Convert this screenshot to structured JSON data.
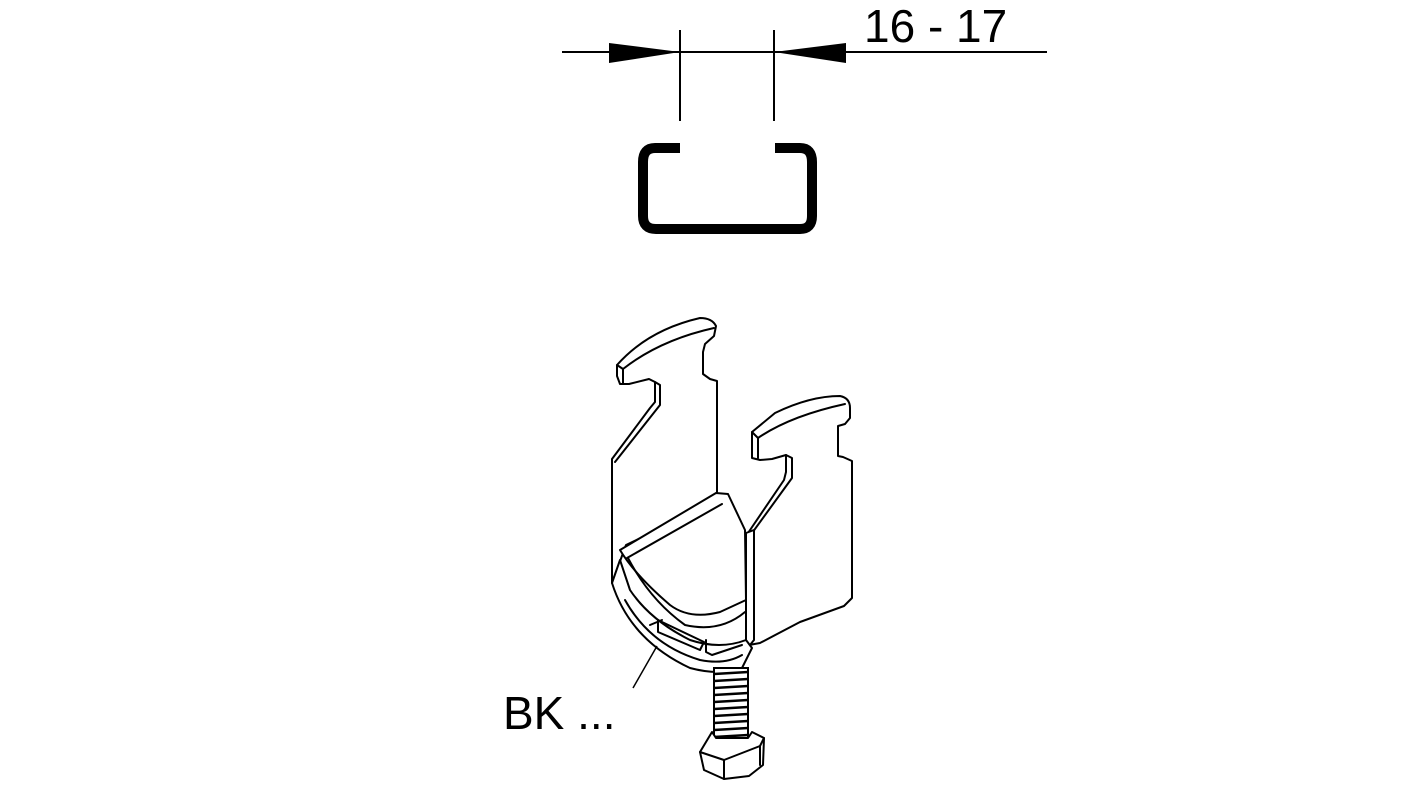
{
  "drawing": {
    "type": "technical-drawing",
    "subject": "cable clamp on C-rail",
    "dimension": {
      "label": "16 - 17",
      "description": "rail slot width"
    },
    "part_label": "BK ...",
    "colors": {
      "line": "#000000",
      "background": "#ffffff"
    }
  }
}
